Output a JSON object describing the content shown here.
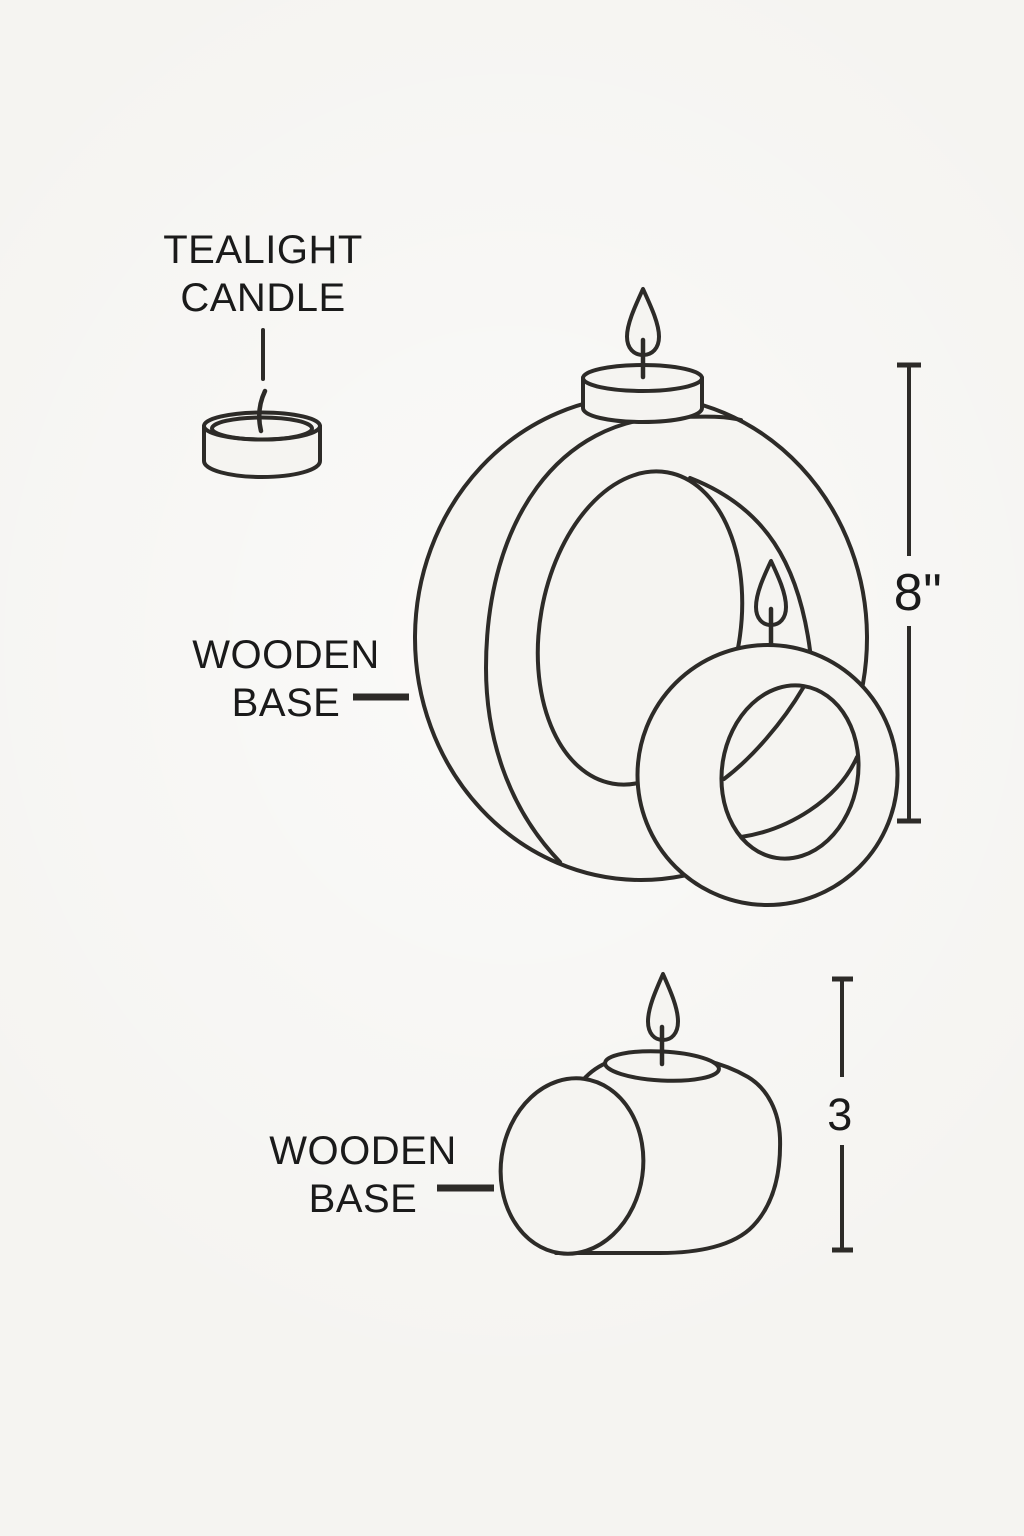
{
  "page": {
    "background": "#f5f4f1",
    "ink": "#2d2b28",
    "text_color": "#1a1a1a"
  },
  "legend": {
    "label_line1": "TEALIGHT",
    "label_line2": "CANDLE"
  },
  "large_holder": {
    "label_line1": "WOODEN",
    "label_line2": "BASE",
    "dimension_height": "8\""
  },
  "small_holder": {
    "label_line1": "WOODEN",
    "label_line2": "BASE",
    "dimension_height": "3"
  }
}
